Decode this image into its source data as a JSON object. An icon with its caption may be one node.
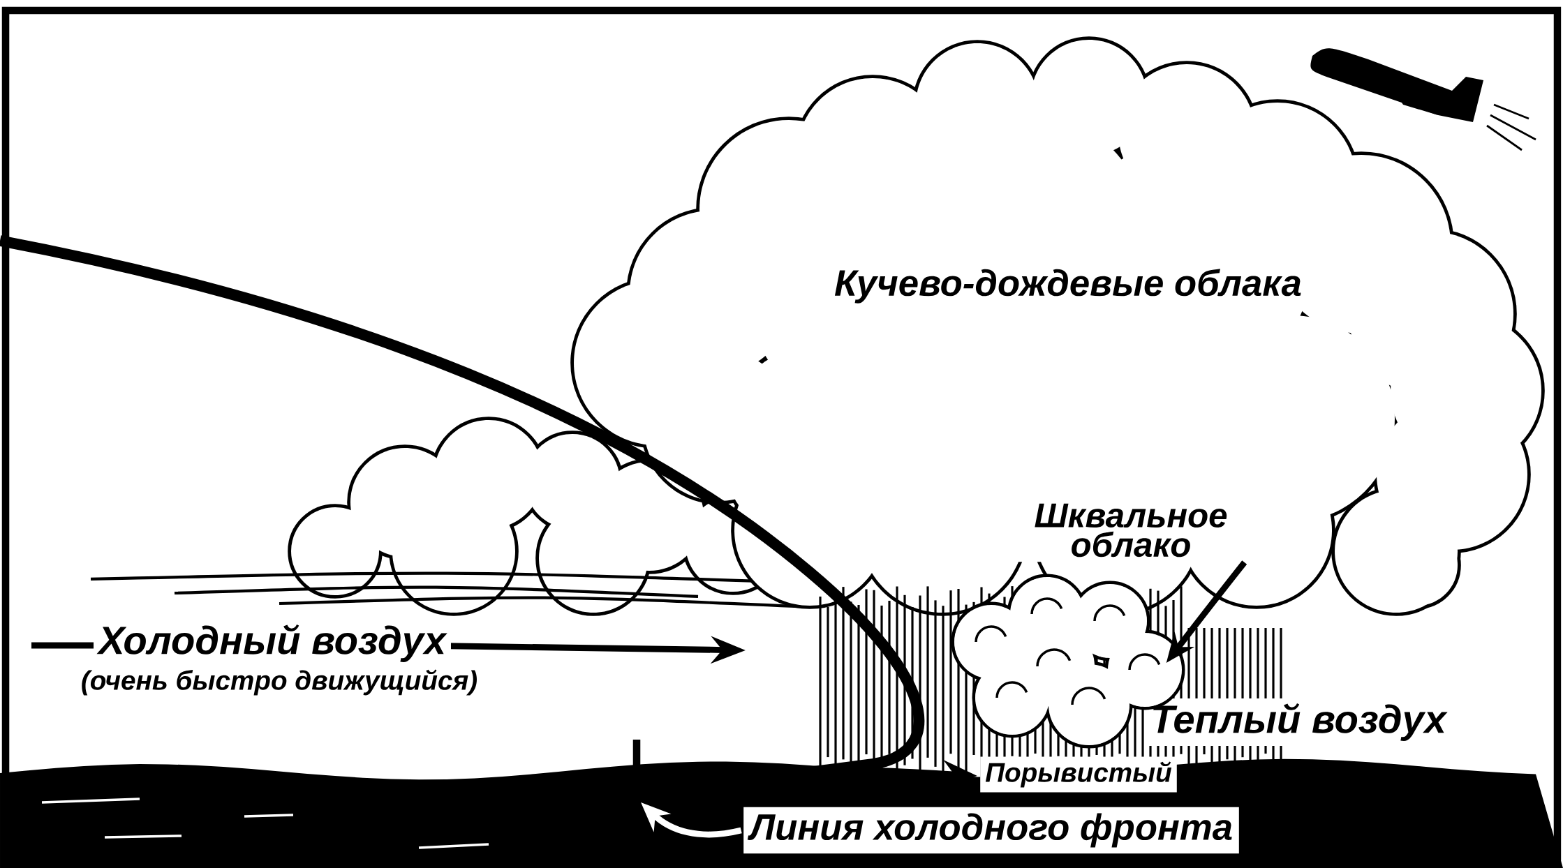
{
  "diagram": {
    "nodes": [
      {
        "text": [
          "Шквальное облако"
        ]
      },
      {
        "text": [],
        "shape": "cloud"
      },
      {
        "text": [
          "Линия холодного фронта"
        ]
      }
    ],
    "edges": [
      {
        "from": 0,
        "to": 1,
        "arrow": "to"
      },
      {
        "from": 2,
        "to": null,
        "arrow": "to",
        "color": "#ffffff"
      }
    ],
    "labels": [
      "Кучево-дождевые облака",
      "Холодный воздух",
      "(очень быстро движущийся)",
      "Теплый воздух",
      "Порывистый"
    ]
  }
}
